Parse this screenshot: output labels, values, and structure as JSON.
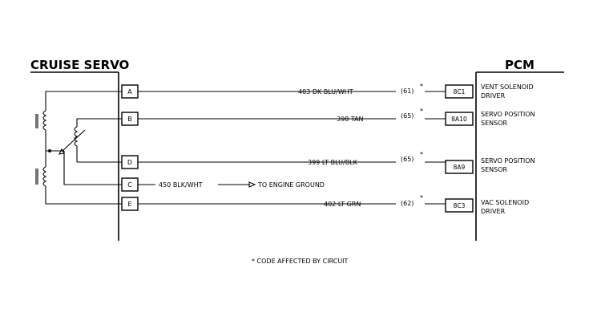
{
  "servo": {
    "title": "CRUISE SERVO",
    "pins": [
      "A",
      "B",
      "D",
      "C",
      "E"
    ]
  },
  "pcm": {
    "title": "PCM"
  },
  "circuits": [
    {
      "wire": "403 DK BLU/WHT",
      "code": "(61)",
      "star": "*",
      "pcm_pin": "8C1",
      "desc1": "VENT SOLENOID",
      "desc2": "DRIVER"
    },
    {
      "wire": "398 TAN",
      "code": "(65)",
      "star": "*",
      "pcm_pin": "8A10",
      "desc1": "SERVO POSITION",
      "desc2": "SENSOR"
    },
    {
      "wire": "399 LT BLU/BLK",
      "code": "(65)",
      "star": "*",
      "pcm_pin": "8A9",
      "desc1": "SERVO POSITION",
      "desc2": "SENSOR"
    },
    {
      "wire": "402 LT GRN",
      "code": "(62)",
      "star": "*",
      "pcm_pin": "8C3",
      "desc1": "VAC SOLENOID",
      "desc2": "DRIVER"
    }
  ],
  "ground": {
    "wire": "450 BLK/WHT",
    "label": "TO ENGINE GROUND"
  },
  "footnote": "* CODE AFFECTED BY CIRCUIT"
}
